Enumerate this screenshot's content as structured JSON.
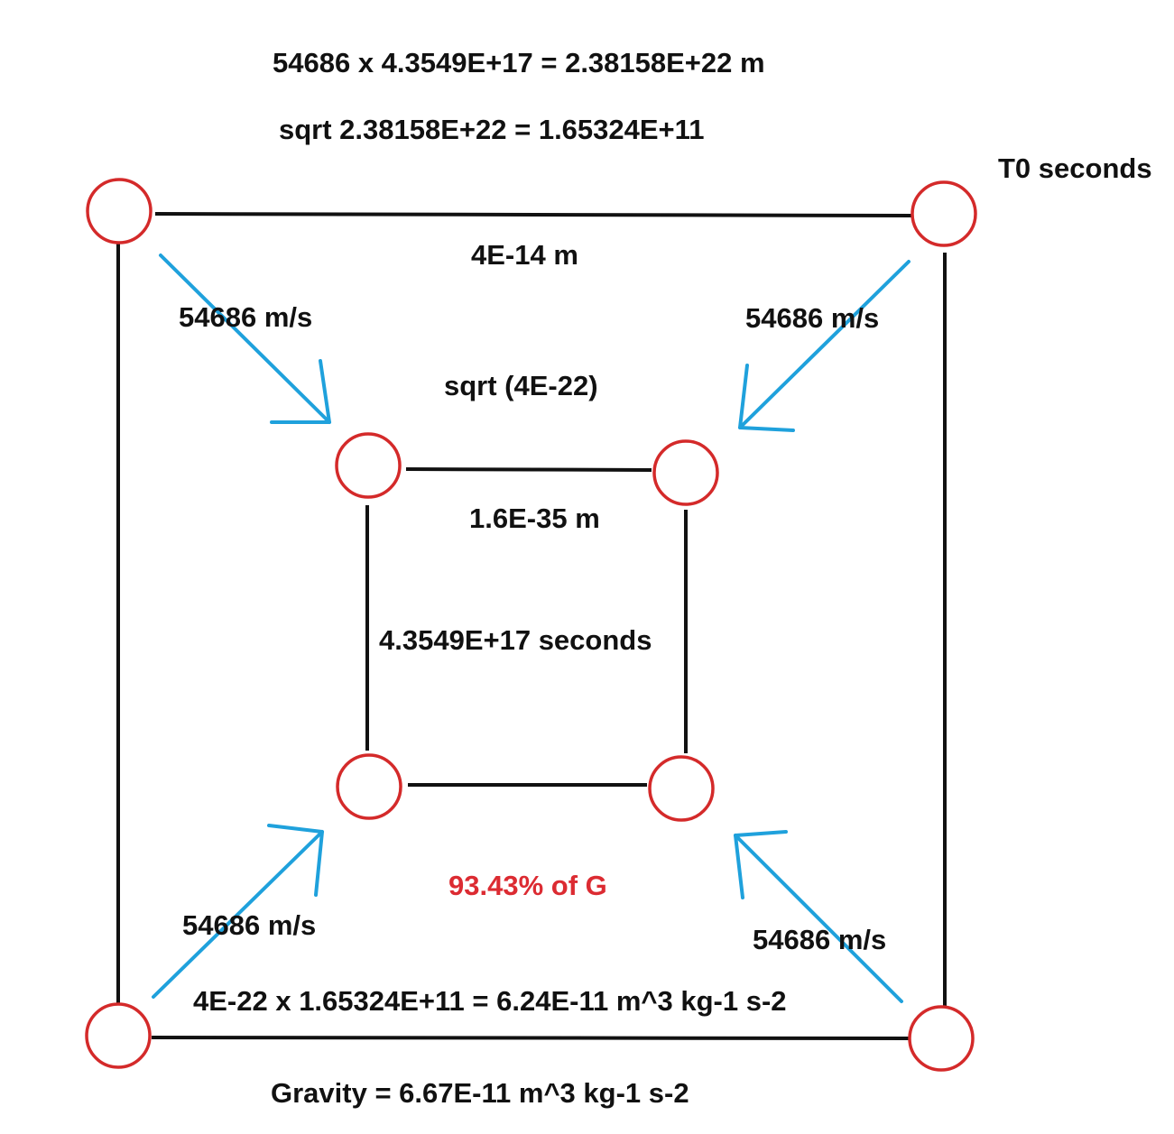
{
  "colors": {
    "background": "#ffffff",
    "text": "#111111",
    "line": "#111111",
    "node": "#d42a2a",
    "arrow": "#1fa1dc",
    "highlight": "#dc2b32"
  },
  "labels": {
    "top_equation": "54686 x 4.3549E+17 = 2.38158E+22 m",
    "sqrt_equation": "sqrt 2.38158E+22 = 1.65324E+11",
    "time_label": "T0 seconds",
    "outer_length": "4E-14 m",
    "speed_top_left": "54686 m/s",
    "speed_top_right": "54686 m/s",
    "sqrt_inner": "sqrt (4E-22)",
    "inner_length": "1.6E-35 m",
    "inner_time": "4.3549E+17 seconds",
    "percent_of_g": "93.43% of G",
    "speed_bottom_left": "54686 m/s",
    "speed_bottom_right": "54686 m/s",
    "result_equation": "4E-22 x 1.65324E+11 = 6.24E-11 m^3 kg-1 s-2",
    "gravity_equation": "Gravity = 6.67E-11 m^3 kg-1 s-2"
  }
}
